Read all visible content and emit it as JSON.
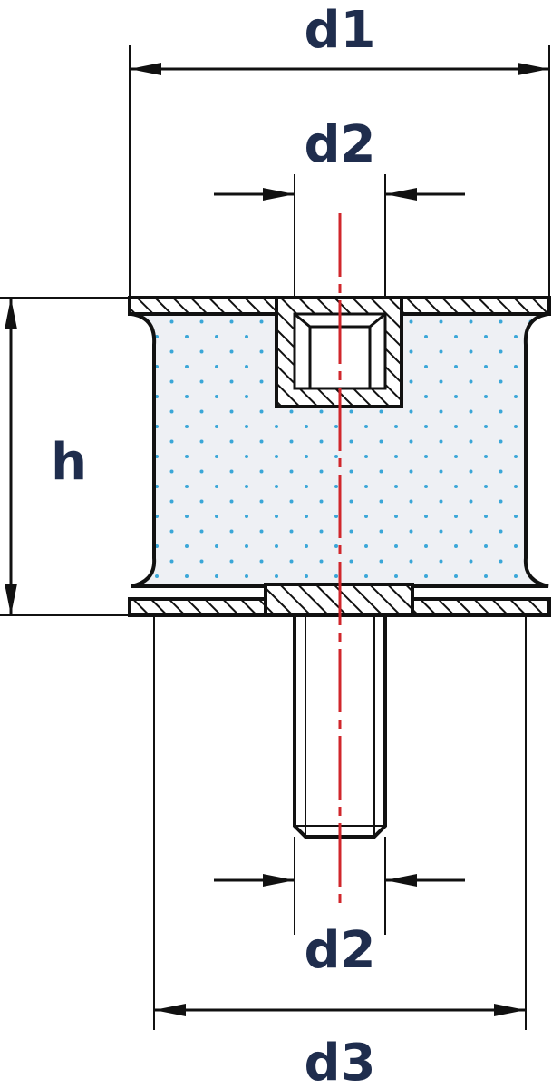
{
  "labels": {
    "d1": "d1",
    "d2_top": "d2",
    "h": "h",
    "d2_bottom": "d2",
    "d3": "d3"
  },
  "colors": {
    "outline": "#111111",
    "label": "#1f2d4d",
    "rubber_fill": "#eef0f4",
    "rubber_dots": "#3aa7d8",
    "centerline": "#d0262b"
  }
}
